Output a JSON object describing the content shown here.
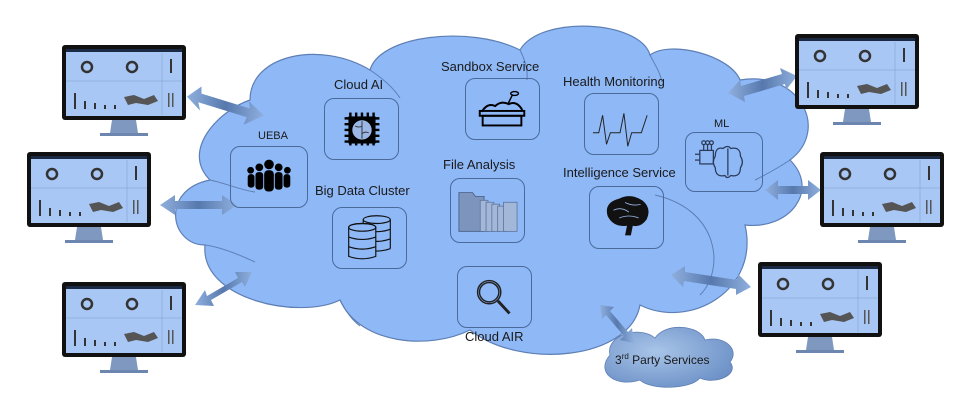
{
  "diagram": {
    "title": "Cloud architecture",
    "colors": {
      "cloud_fill": "#8fb8f7",
      "cloud_stroke": "#5e7fb4",
      "box_stroke": "#4a6a9a",
      "arrow": "#6c8fc4",
      "monitor_frame": "#111111",
      "screen": "#a9c7f5"
    },
    "services": [
      {
        "id": "cloud-ai",
        "label": "Cloud AI",
        "icon": "ai-chip-icon"
      },
      {
        "id": "sandbox-service",
        "label": "Sandbox Service",
        "icon": "sandbox-icon"
      },
      {
        "id": "health-monitoring",
        "label": "Health Monitoring",
        "icon": "heartbeat-icon"
      },
      {
        "id": "ueba",
        "label": "UEBA",
        "icon": "users-group-icon"
      },
      {
        "id": "ml",
        "label": "ML",
        "icon": "ml-brain-icon"
      },
      {
        "id": "file-analysis",
        "label": "File Analysis",
        "icon": "folders-icon"
      },
      {
        "id": "intelligence-service",
        "label": "Intelligence Service",
        "icon": "brain-icon"
      },
      {
        "id": "big-data-cluster",
        "label": "Big Data Cluster",
        "icon": "database-icon"
      },
      {
        "id": "cloud-air",
        "label": "Cloud AIR",
        "icon": "magnifier-icon"
      }
    ],
    "third_party": {
      "prefix": "3",
      "sup": "rd",
      "rest": " Party Services"
    },
    "endpoints_count": 6
  }
}
